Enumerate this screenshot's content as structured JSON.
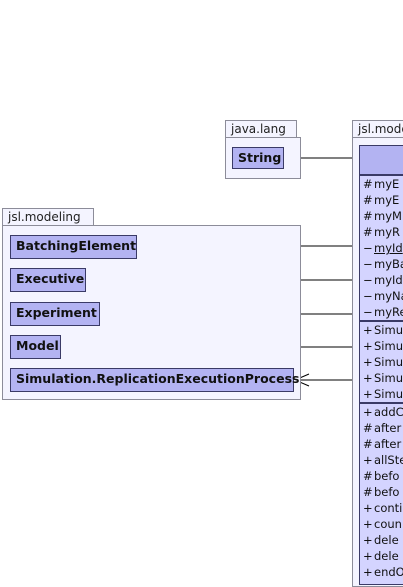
{
  "packages": {
    "java_lang": {
      "name": "java.lang",
      "classes": [
        "String"
      ]
    },
    "jsl_modeling": {
      "name": "jsl.modeling",
      "classes": [
        "BatchingElement",
        "Executive",
        "Experiment",
        "Model",
        "Simulation.ReplicationExecutionProcess"
      ]
    },
    "jsl_modeling_right": {
      "name": "jsl.mode"
    }
  },
  "main_class": {
    "name": "",
    "fields": [
      {
        "vis": "#",
        "name": "myE",
        "static": false
      },
      {
        "vis": "#",
        "name": "myE",
        "static": false
      },
      {
        "vis": "#",
        "name": "myM",
        "static": false
      },
      {
        "vis": "#",
        "name": "myR",
        "static": false
      },
      {
        "vis": "−",
        "name": "myId",
        "static": true
      },
      {
        "vis": "−",
        "name": "myBa",
        "static": false
      },
      {
        "vis": "−",
        "name": "myId",
        "static": false
      },
      {
        "vis": "−",
        "name": "myNa",
        "static": false
      },
      {
        "vis": "−",
        "name": "myRe",
        "static": false
      }
    ],
    "constructors": [
      {
        "vis": "+",
        "name": "Simu"
      },
      {
        "vis": "+",
        "name": "Simu"
      },
      {
        "vis": "+",
        "name": "Simu"
      },
      {
        "vis": "+",
        "name": "Simu"
      },
      {
        "vis": "+",
        "name": "Simu"
      }
    ],
    "methods": [
      {
        "vis": "+",
        "name": "addC"
      },
      {
        "vis": "#",
        "name": "after"
      },
      {
        "vis": "#",
        "name": "after"
      },
      {
        "vis": "+",
        "name": "allSte"
      },
      {
        "vis": "#",
        "name": "befo"
      },
      {
        "vis": "#",
        "name": "befo"
      },
      {
        "vis": "+",
        "name": "conti"
      },
      {
        "vis": "+",
        "name": "coun"
      },
      {
        "vis": "+",
        "name": "dele"
      },
      {
        "vis": "+",
        "name": "dele"
      },
      {
        "vis": "+",
        "name": "endO"
      }
    ]
  }
}
